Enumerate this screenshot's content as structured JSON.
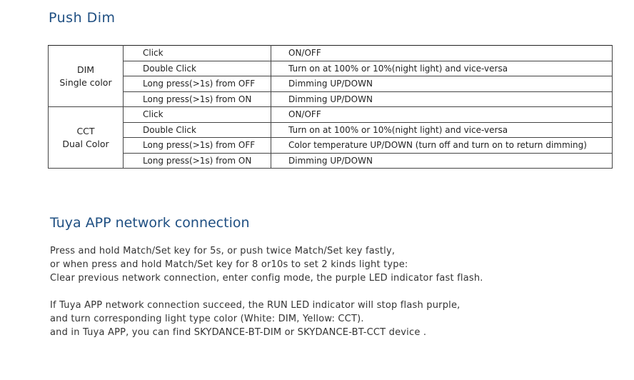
{
  "push_dim": {
    "title": "Push Dim",
    "groups": [
      {
        "name_line1": "DIM",
        "name_line2": "Single color",
        "rows": [
          {
            "action": "Click",
            "result": "ON/OFF"
          },
          {
            "action": "Double Click",
            "result": "Turn on at 100% or 10%(night light) and vice-versa"
          },
          {
            "action": "Long press(>1s) from OFF",
            "result": "Dimming UP/DOWN"
          },
          {
            "action": "Long press(>1s) from ON",
            "result": "Dimming UP/DOWN"
          }
        ]
      },
      {
        "name_line1": "CCT",
        "name_line2": "Dual Color",
        "rows": [
          {
            "action": "Click",
            "result": "ON/OFF"
          },
          {
            "action": "Double Click",
            "result": "Turn on at 100% or 10%(night light) and vice-versa"
          },
          {
            "action": "Long press(>1s) from OFF",
            "result": "Color temperature UP/DOWN (turn off and turn on to return dimming)"
          },
          {
            "action": "Long press(>1s) from ON",
            "result": "Dimming UP/DOWN"
          }
        ]
      }
    ]
  },
  "tuya": {
    "title": "Tuya APP network connection",
    "paragraph1": [
      "Press and hold Match/Set key for 5s, or push twice Match/Set key fastly,",
      "or when press and hold Match/Set key for 8 or10s to set 2 kinds light type:",
      "Clear previous network connection, enter config mode, the purple LED indicator fast flash."
    ],
    "paragraph2": [
      "If Tuya APP network connection succeed, the RUN LED indicator will stop flash purple,",
      "and turn corresponding light type color (White: DIM, Yellow: CCT).",
      "and in Tuya APP, you can find SKYDANCE-BT-DIM or SKYDANCE-BT-CCT device ."
    ]
  },
  "colors": {
    "heading": "#1f4f82",
    "text": "#2a2a2a",
    "border": "#444444"
  }
}
